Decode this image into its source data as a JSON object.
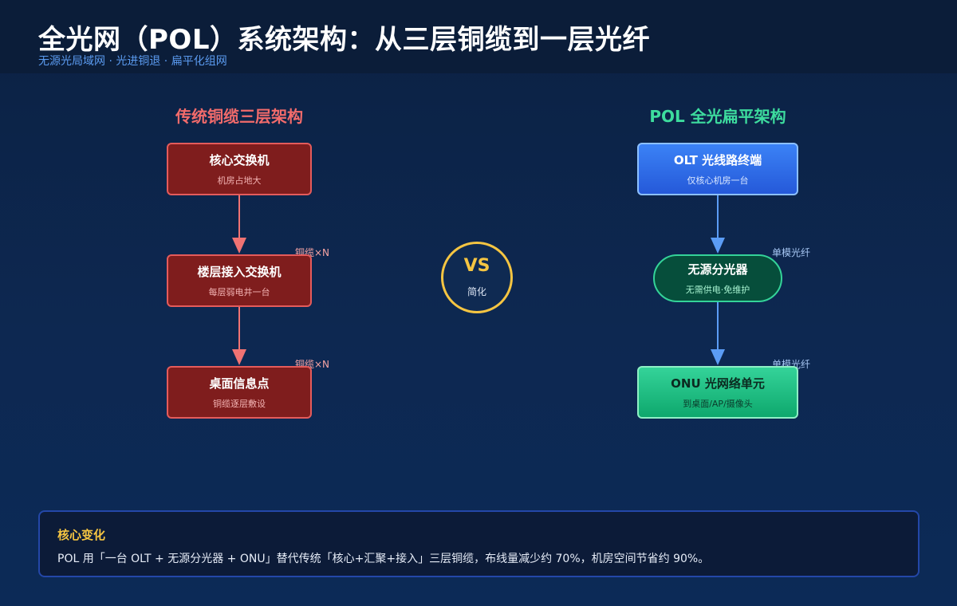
{
  "header": {
    "title": "全光网（POL）系统架构：从三层铜缆到一层光纤",
    "subtitle": "无源光局域网 · 光进铜退 · 扁平化组网"
  },
  "left_column": {
    "title": "传统铜缆三层架构",
    "nodes": [
      {
        "title": "核心交换机",
        "sub": "机房占地大"
      },
      {
        "title": "楼层接入交换机",
        "sub": "每层弱电井一台"
      },
      {
        "title": "桌面信息点",
        "sub": "铜缆逐层敷设"
      }
    ],
    "edge_labels": [
      "铜缆×N",
      "铜缆×N"
    ]
  },
  "right_column": {
    "title": "POL 全光扁平架构",
    "nodes": [
      {
        "title": "OLT 光线路终端",
        "sub": "仅核心机房一台"
      },
      {
        "title": "无源分光器",
        "sub": "无需供电·免维护"
      },
      {
        "title": "ONU 光网络单元",
        "sub": "到桌面/AP/摄像头"
      }
    ],
    "edge_labels": [
      "单模光纤",
      "单模光纤"
    ]
  },
  "vs": {
    "label": "VS",
    "sub": "简化"
  },
  "summary": {
    "title": "核心变化",
    "body": "POL 用「一台 OLT + 无源分光器 + ONU」替代传统「核心+汇聚+接入」三层铜缆，布线量减少约 70%，机房空间节省约 90%。"
  },
  "colors": {
    "copper_fill": "#7f1d1d",
    "copper_border": "#e45b5b",
    "copper_arrow": "#f07373",
    "fiber_arrow": "#5b9cf5",
    "olt_blue": "#3b82f6",
    "fiber_green": "#34d399",
    "accent_yellow": "#f5c542"
  }
}
